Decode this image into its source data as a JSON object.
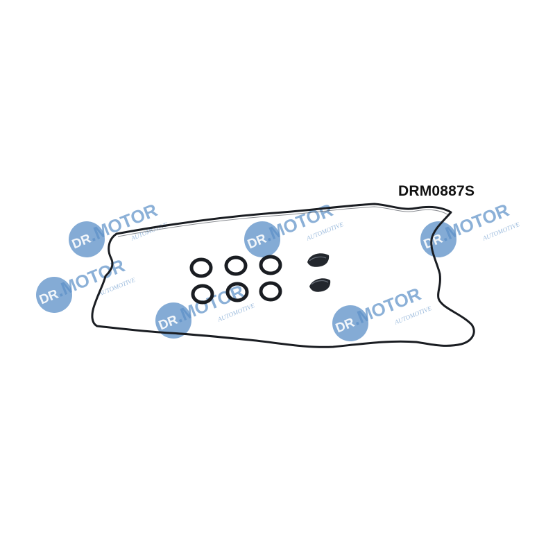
{
  "product_code": "DRM0887S",
  "watermark": {
    "brand": "DR.MOTOR",
    "tagline": "AUTOMOTIVE",
    "color": "#5b8fc7"
  },
  "parts": {
    "gasket_color": "#1a1d22",
    "oring_count": 6,
    "half_moon_plug_count": 2
  }
}
